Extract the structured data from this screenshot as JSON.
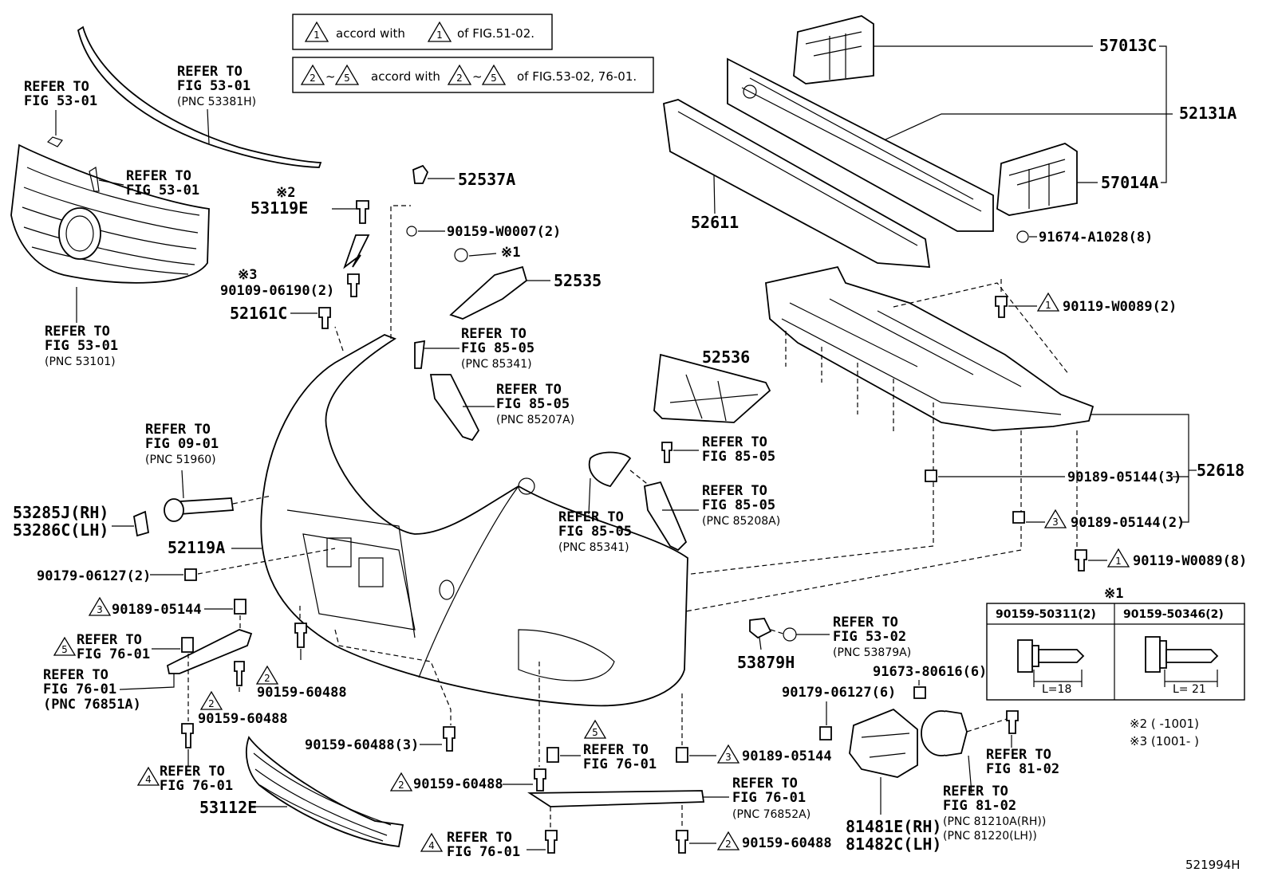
{
  "notes": {
    "note1": {
      "tri": "1",
      "text1": "accord with",
      "tri2": "1",
      "text2": "of FIG.51-02."
    },
    "note2": {
      "triA": "2",
      "tilde": "~",
      "triB": "5",
      "text1": "accord with",
      "triC": "2",
      "tilde2": "~",
      "triD": "5",
      "text2": "of FIG.53-02, 76-01."
    }
  },
  "labels": {
    "refer_to": "REFER TO",
    "fig_53_01": "FIG 53-01",
    "fig_53_02": "FIG 53-02",
    "fig_85_05": "FIG 85-05",
    "fig_09_01": "FIG 09-01",
    "fig_76_01": "FIG 76-01",
    "fig_81_02": "FIG 81-02",
    "pnc_53381h": "(PNC 53381H)",
    "pnc_53101": "(PNC 53101)",
    "pnc_85341": "(PNC 85341)",
    "pnc_85207a": "(PNC 85207A)",
    "pnc_51960": "(PNC 51960)",
    "pnc_85208a": "(PNC 85208A)",
    "pnc_85341b": "(PNC 85341)",
    "pnc_53879a": "(PNC 53879A)",
    "pnc_76851a": "(PNC 76851A)",
    "pnc_76852a": "(PNC 76852A)",
    "pnc_81210a": "(PNC 81210A(RH))",
    "pnc_81220": "(PNC 81220(LH))"
  },
  "parts": {
    "p57013c": "57013C",
    "p52131a": "52131A",
    "p57014a": "57014A",
    "p91674": "91674-A1028(8)",
    "p52611": "52611",
    "p52537a": "52537A",
    "p90159w": "90159-W0007(2)",
    "p52535": "52535",
    "star1": "※1",
    "star2": "※2",
    "star3": "※3",
    "p53119e": "53119E",
    "p90109": "90109-06190(2)",
    "p52161c": "52161C",
    "p90119a": "90119-W0089(2)",
    "p52536": "52536",
    "p52618": "52618",
    "p90189_3": "90189-05144(3)",
    "p90189_2": "90189-05144(2)",
    "p90119b": "90119-W0089(8)",
    "p53285j": "53285J(RH)",
    "p53286c": "53286C(LH)",
    "p52119a": "52119A",
    "p90179a": "90179-06127(2)",
    "p90189a": "90189-05144",
    "p90159_60488a": "90159-60488",
    "p90159_60488b": "90159-60488",
    "p90159_60488c": "90159-60488(3)",
    "p53879h": "53879H",
    "p91673": "91673-80616(6)",
    "p90179b": "90179-06127(6)",
    "p53112e": "53112E",
    "p90159_60488d": "90159-60488",
    "p90189b": "90189-05144",
    "p90159_60488e": "90159-60488",
    "p81481e": "81481E(RH)",
    "p81482c": "81482C(LH)",
    "fig_id": "521994H"
  },
  "screw_table": {
    "mark": "※1",
    "headers": [
      "90159-50311(2)",
      "90159-50346(2)"
    ],
    "lengths": [
      "L=18",
      "L= 21"
    ]
  },
  "footnotes": {
    "n2": "※2 (      -1001)",
    "n3": "※3 (1001-      )"
  }
}
